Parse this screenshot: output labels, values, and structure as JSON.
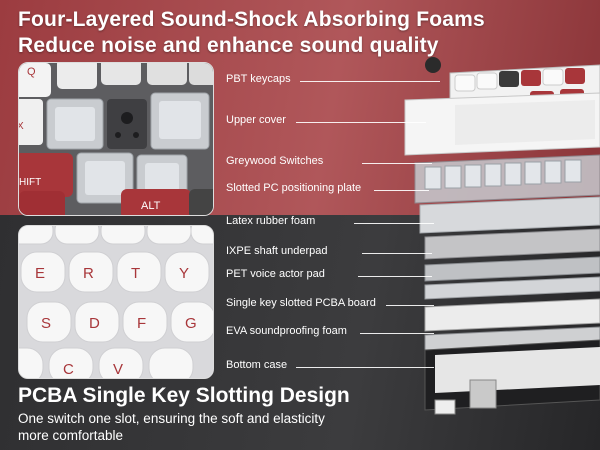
{
  "headline": {
    "line1": "Four-Layered Sound-Shock Absorbing Foams",
    "line2": "Reduce noise and enhance sound quality"
  },
  "layers": [
    {
      "label": "PBT keycaps"
    },
    {
      "label": "Upper cover"
    },
    {
      "label": "Greywood  Switches"
    },
    {
      "label": "Slotted PC positioning plate"
    },
    {
      "label": "Latex rubber foam"
    },
    {
      "label": "IXPE shaft underpad"
    },
    {
      "label": "PET voice actor pad"
    },
    {
      "label": "Single key slotted PCBA board"
    },
    {
      "label": "EVA soundproofing foam"
    },
    {
      "label": "Bottom case"
    }
  ],
  "keycap_photo": {
    "keys": [
      "Q",
      "X",
      "HIFT",
      "ALT"
    ]
  },
  "legend_photo": {
    "keys": [
      "E",
      "R",
      "T",
      "Y",
      "S",
      "D",
      "F",
      "G",
      "C",
      "V"
    ]
  },
  "bottom": {
    "title": "PCBA Single Key Slotting Design",
    "subtitle_line1": "One switch one slot, ensuring the soft and elasticity",
    "subtitle_line2": "more comfortable"
  },
  "colors": {
    "brand_red": "#a4464a",
    "dark_bg": "#333335",
    "key_red": "#a8363a",
    "key_white": "#f2f2f2"
  }
}
